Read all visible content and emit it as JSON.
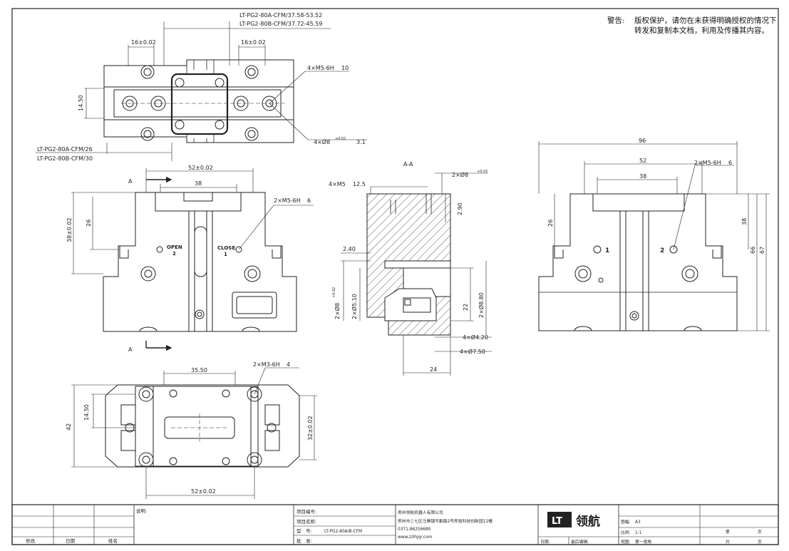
{
  "warning": {
    "label": "警告:",
    "text": "版权保护，请勿在未获得明确授权的情况下转发和复制本文档，利用及传播其内容。"
  },
  "top_view": {
    "callout_a": "LT-PG2-80A-CFM/37.58-53.52",
    "callout_b": "LT-PG2-80B-CFM/37.72-45.59",
    "dim_left": "16±0.02",
    "dim_right": "16±0.02",
    "dim_height": "14.50",
    "thread_note": "4×M5-6H",
    "thread_depth": "10",
    "bore_note": "4×Ø8",
    "bore_tol": "+0.02",
    "bore_depth": "3.1",
    "stroke_a": "LT-PG2-80A-CFM/26",
    "stroke_b": "LT-PG2-80B-CFM/30"
  },
  "front_view": {
    "section_mark": "A",
    "dim_width": "52±0.02",
    "dim_inner": "38",
    "dim_height_total": "38±0.02",
    "dim_height": "26",
    "thread_note": "2×M5-6H",
    "thread_depth": "6",
    "port_open": "OPEN",
    "port_open_num": "2",
    "port_close": "CLOSE",
    "port_close_num": "1"
  },
  "section_view": {
    "title": "A-A",
    "thread_note": "4×M5",
    "thread_depth": "12.5",
    "bore_note": "2×Ø8",
    "bore_tol": "+0.02",
    "dim_290": "2.90",
    "dim_240": "2.40",
    "dim_left_bore": "2×Ø8",
    "dim_left_tol": "+0.02",
    "dim_510": "2×Ø5.10",
    "dim_22": "22",
    "dim_880": "2×Ø8.80",
    "dim_420": "4×Ø4.20",
    "dim_750": "4×Ø7.50",
    "dim_24": "24"
  },
  "side_view": {
    "dim_width": "96",
    "dim_52": "52",
    "dim_38": "38",
    "thread_note": "2×M5-6H",
    "thread_depth": "6",
    "dim_26": "26",
    "dim_38v": "38",
    "dim_66": "66",
    "dim_67": "67",
    "port_1": "1",
    "port_2": "2"
  },
  "bottom_view": {
    "dim_3550": "35.50",
    "thread_note": "2×M3-6H",
    "thread_depth": "4",
    "dim_1450": "14.50",
    "dim_42": "42",
    "dim_32": "32±0.02",
    "dim_52": "52±0.02"
  },
  "title_block": {
    "col_modify": "修改",
    "col_date": "日期",
    "col_signature": "姓名",
    "note_label": "说明:",
    "project_no_label": "项目编号:",
    "project_name_label": "项目名称:",
    "model_label": "型　号:",
    "model_value": "LT-PG2-80A/B-CFM",
    "approve_label": "批　准:",
    "company": "郑州领航机器人有限公司",
    "address": "郑州市二七区马寨镇写勤路2号郑投科技创新园11幢",
    "phone": "0371-86256680",
    "web": "www.zzlhjqr.com",
    "logo_mark": "LT",
    "logo_text": "领航",
    "sheet_size_label": "图幅:",
    "sheet_size": "A3",
    "scale_label": "比例:",
    "scale": "1:1",
    "view_label": "视图:",
    "view": "第一视角",
    "date_label": "日期:",
    "last_edit_label": "最后编辑:",
    "page_prefix": "第",
    "page_suffix": "页",
    "total_prefix": "共",
    "total_suffix": "页"
  }
}
